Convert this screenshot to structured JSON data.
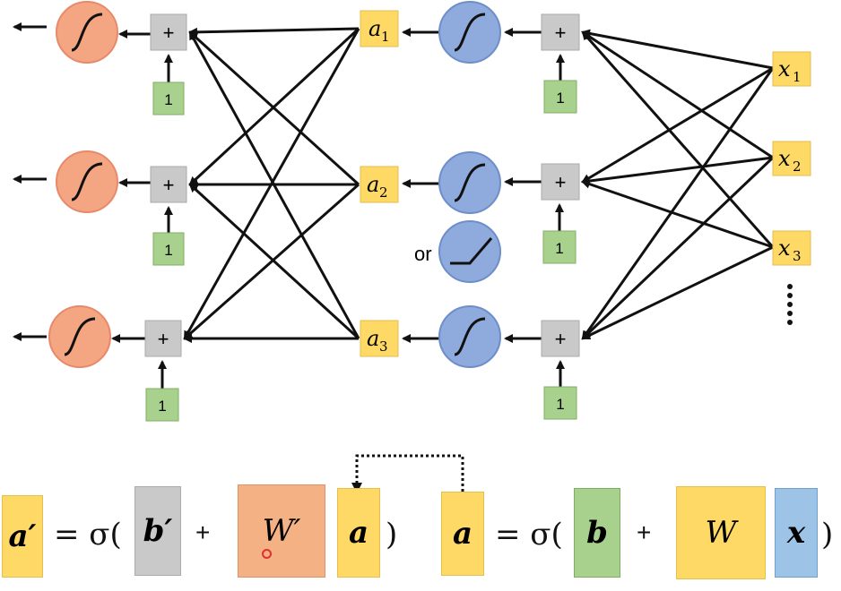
{
  "network": {
    "outputs": {
      "labels": [
        "",
        "",
        ""
      ]
    },
    "hidden": {
      "labels": [
        "a",
        "a",
        "a"
      ],
      "subscripts": [
        "1",
        "2",
        "3"
      ]
    },
    "inputs": {
      "labels": [
        "x",
        "x",
        "x"
      ],
      "subscripts": [
        "1",
        "2",
        "3"
      ],
      "ellipsis": "⋮"
    },
    "plus_symbol": "+",
    "bias_value": "1",
    "or_label": "or"
  },
  "colors": {
    "output_neuron": "#f4a582",
    "hidden_neuron": "#8faadc",
    "sum_box": "#c9c9c9",
    "bias_box": "#a9d18e",
    "hidden_box": "#ffd966",
    "input_box": "#ffd966",
    "weight_prime_box": "#f4b183",
    "x_box": "#9dc3e6"
  },
  "equation": {
    "left": {
      "lhs": "𝒂′",
      "equals": "= σ(",
      "bias": "𝒃′",
      "plus": "+",
      "weight": "W′",
      "vector": "𝒂",
      "close": ")"
    },
    "right": {
      "lhs": "𝒂",
      "equals": "= σ(",
      "bias": "𝒃",
      "plus": "+",
      "weight": "W",
      "vector": "𝒙",
      "close": ")"
    }
  }
}
